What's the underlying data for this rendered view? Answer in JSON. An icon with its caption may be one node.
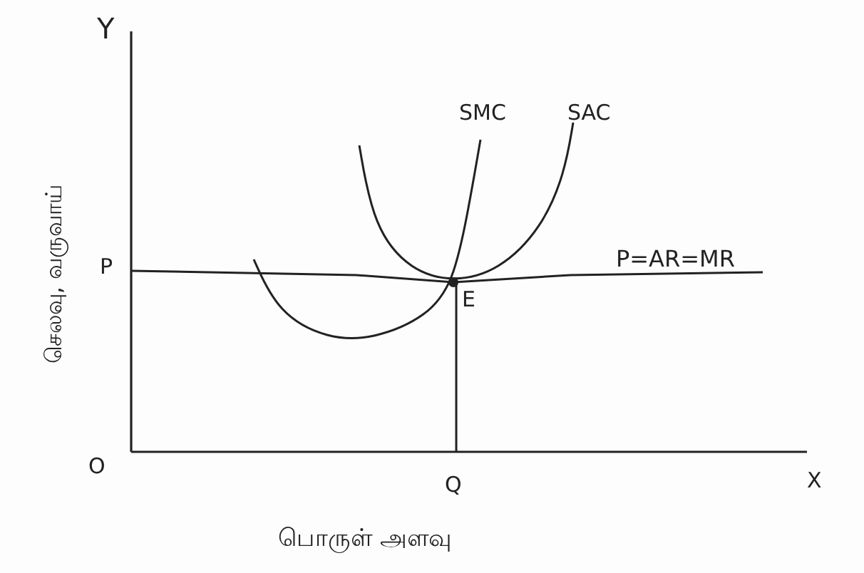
{
  "diagram": {
    "labels": [
      "Y",
      "SMC",
      "SAC",
      "P",
      "P=AR=MR",
      "E",
      "O",
      "Q",
      "X",
      "செலவு, வருவாய்",
      "பொருள் அளவு"
    ]
  }
}
